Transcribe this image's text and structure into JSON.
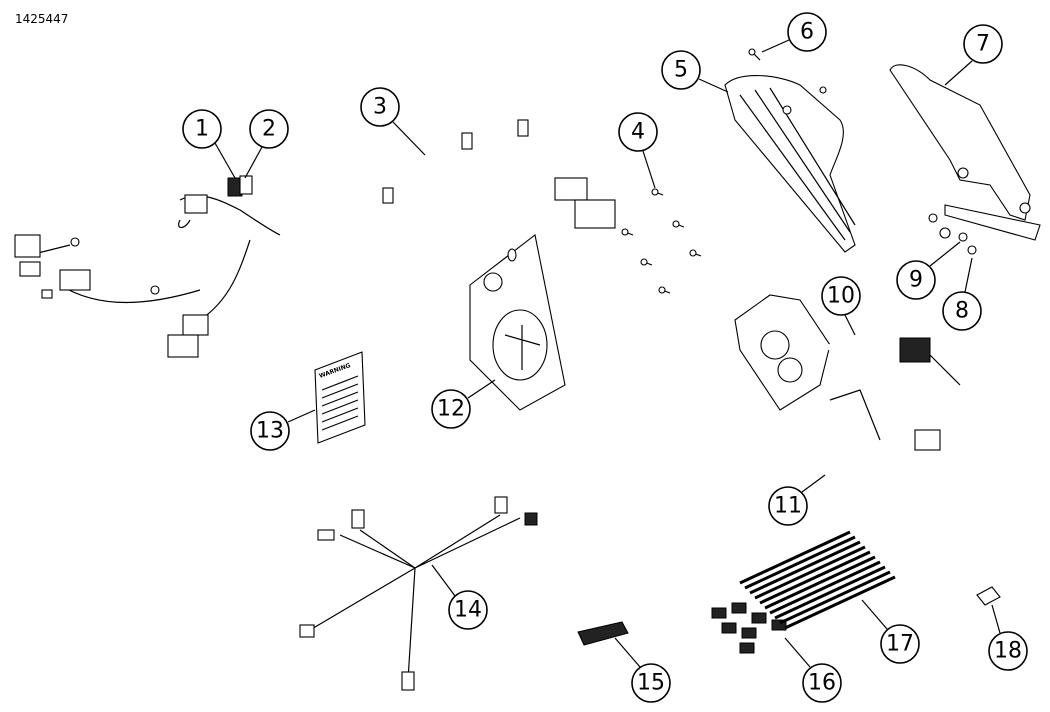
{
  "document_id": "1425447",
  "warning_label_text": "WARNING",
  "callouts": [
    "1",
    "2",
    "3",
    "4",
    "5",
    "6",
    "7",
    "8",
    "9",
    "10",
    "11",
    "12",
    "13",
    "14",
    "15",
    "16",
    "17",
    "18"
  ]
}
